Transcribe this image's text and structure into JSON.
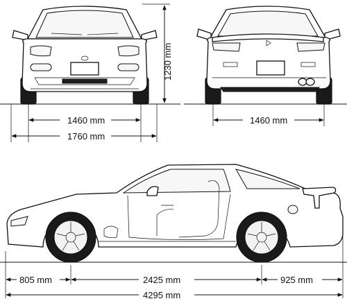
{
  "figure": {
    "dimensions": {
      "height": "1230 mm",
      "front_track": "1460 mm",
      "rear_track": "1460 mm",
      "overall_width": "1760 mm",
      "front_overhang": "805 mm",
      "wheelbase": "2425 mm",
      "rear_overhang": "925 mm",
      "overall_length": "4295 mm"
    },
    "views": [
      "front-view",
      "rear-view",
      "side-view"
    ]
  }
}
